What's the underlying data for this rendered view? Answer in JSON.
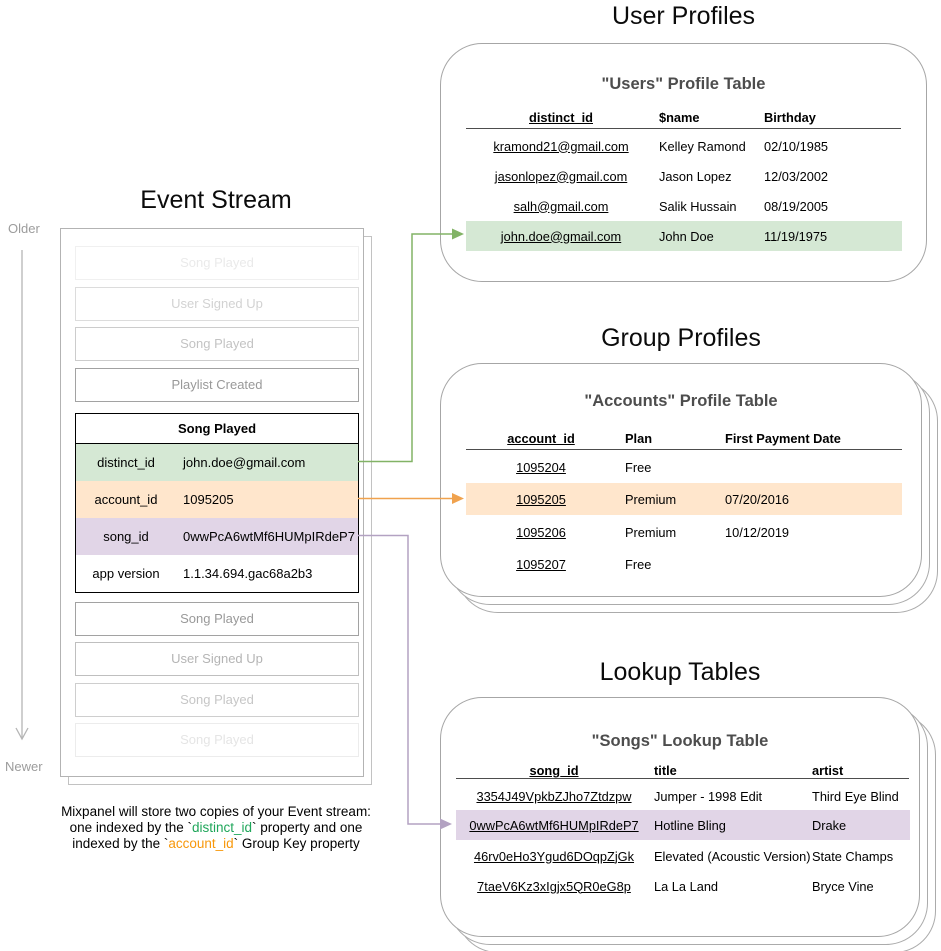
{
  "event_stream": {
    "title": "Event Stream",
    "older_label": "Older",
    "newer_label": "Newer",
    "events_above": [
      "Song Played",
      "User Signed Up",
      "Song Played",
      "Playlist Created"
    ],
    "event_card": {
      "title": "Song Played",
      "properties": [
        {
          "key": "distinct_id",
          "value": "john.doe@gmail.com"
        },
        {
          "key": "account_id",
          "value": "1095205"
        },
        {
          "key": "song_id",
          "value": "0wwPcA6wtMf6HUMpIRdeP7"
        },
        {
          "key": "app version",
          "value": "1.1.34.694.gac68a2b3"
        }
      ]
    },
    "events_below": [
      "Song Played",
      "User Signed Up",
      "Song Played",
      "Song Played"
    ],
    "caption": {
      "line1": "Mixpanel will store two copies of your Event stream:",
      "line2_pre": "one indexed by the `",
      "line2_key": "distinct_id",
      "line2_post": "` property and one",
      "line3_pre": "indexed by the `",
      "line3_key": "account_id",
      "line3_post": "` Group Key property"
    }
  },
  "user_profiles": {
    "section_title": "User Profiles",
    "card_title": "\"Users\" Profile Table",
    "columns": [
      "distinct_id",
      "$name",
      "Birthday"
    ],
    "rows": [
      [
        "kramond21@gmail.com",
        "Kelley Ramond",
        "02/10/1985"
      ],
      [
        "jasonlopez@gmail.com",
        "Jason Lopez",
        "12/03/2002"
      ],
      [
        "salh@gmail.com",
        "Salik Hussain",
        "08/19/2005"
      ],
      [
        "john.doe@gmail.com",
        "John Doe",
        "11/19/1975"
      ]
    ]
  },
  "group_profiles": {
    "section_title": "Group Profiles",
    "card_title": "\"Accounts\" Profile Table",
    "columns": [
      "account_id",
      "Plan",
      "First Payment Date"
    ],
    "rows": [
      [
        "1095204",
        "Free",
        ""
      ],
      [
        "1095205",
        "Premium",
        "07/20/2016"
      ],
      [
        "1095206",
        "Premium",
        "10/12/2019"
      ],
      [
        "1095207",
        "Free",
        ""
      ]
    ]
  },
  "lookup_tables": {
    "section_title": "Lookup Tables",
    "card_title": "\"Songs\" Lookup Table",
    "columns": [
      "song_id",
      "title",
      "artist"
    ],
    "rows": [
      [
        "3354J49VpkbZJho7Ztdzpw",
        "Jumper - 1998 Edit",
        "Third Eye Blind"
      ],
      [
        "0wwPcA6wtMf6HUMpIRdeP7",
        "Hotline Bling",
        "Drake"
      ],
      [
        "46rv0eHo3Ygud6DOqpZjGk",
        "Elevated (Acoustic Version)",
        "State Champs"
      ],
      [
        "7taeV6Kz3xIgjx5QR0eG8p",
        "La La Land",
        "Bryce Vine"
      ]
    ]
  },
  "colors": {
    "distinct_id_fill": "#d5e8d4",
    "account_id_fill": "#ffe6cc",
    "song_id_fill": "#e1d5e7",
    "distinct_id_connector": "#82b366",
    "account_id_connector": "#f0a24e",
    "song_id_connector": "#b3a2c2",
    "timeline_gray": "#b5b5b5",
    "caption_distinct_id": "#1fa65a",
    "caption_account_id": "#f8980b"
  }
}
